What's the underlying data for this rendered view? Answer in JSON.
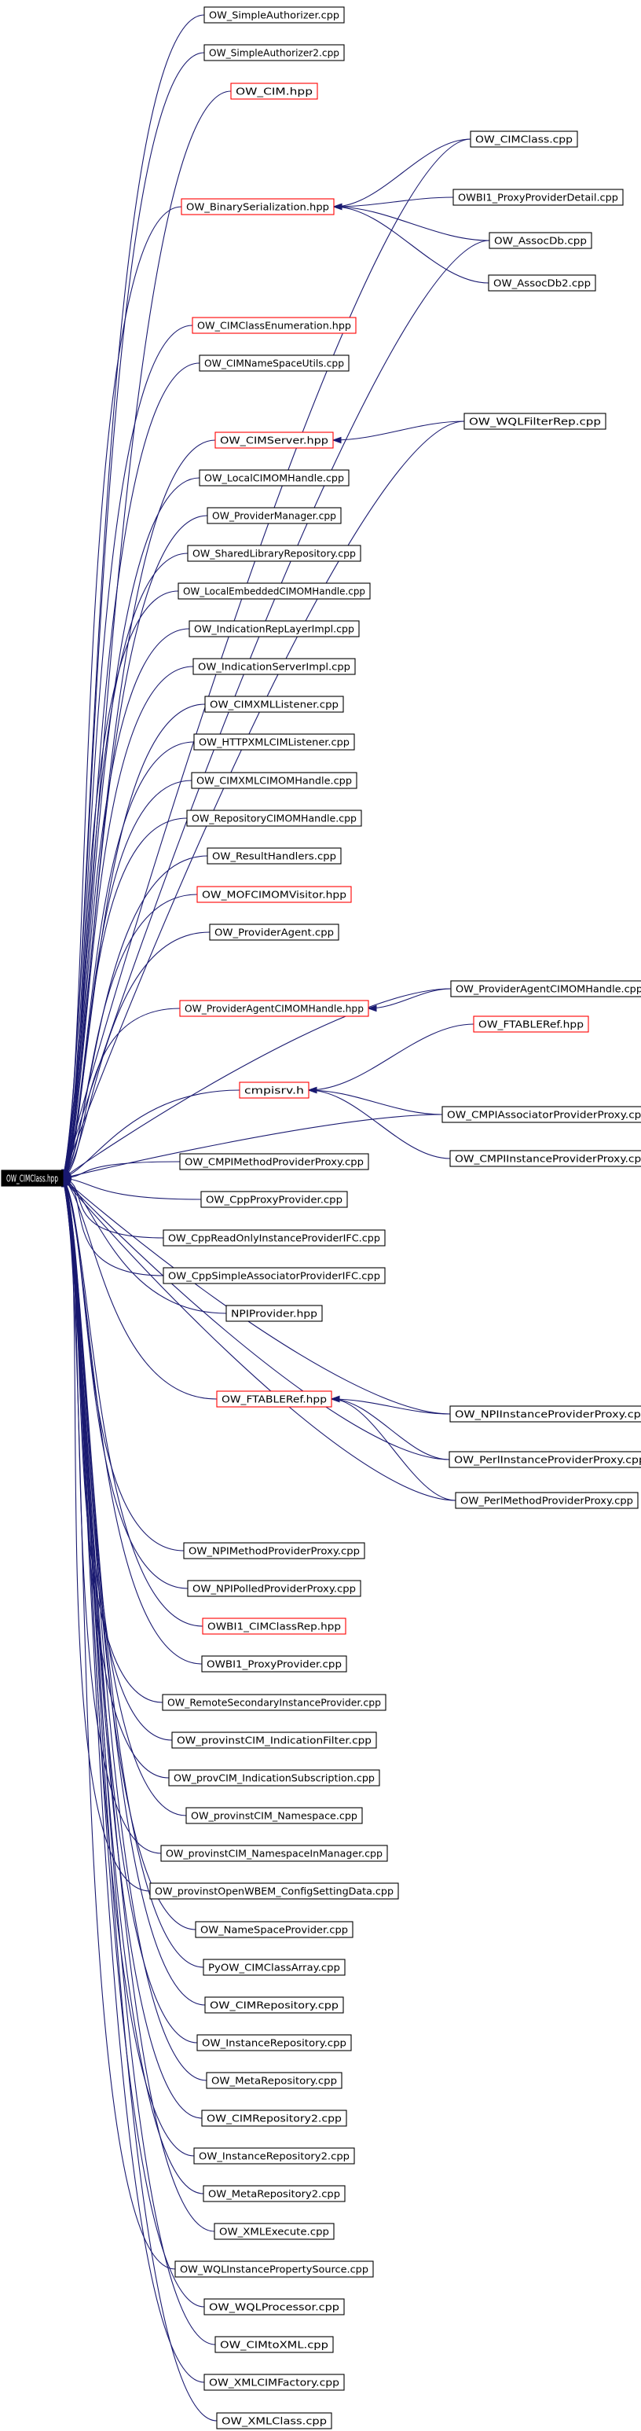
{
  "diagram": {
    "root": {
      "id": "root",
      "label": "OW_CIMClass.hpp"
    },
    "nodes": [
      {
        "id": "n1",
        "label": "OW_SimpleAuthorizer.cpp"
      },
      {
        "id": "n2",
        "label": "OW_SimpleAuthorizer2.cpp"
      },
      {
        "id": "n3",
        "label": "OW_CIM.hpp",
        "incomplete": true
      },
      {
        "id": "n4",
        "label": "OW_BinarySerialization.hpp",
        "incomplete": true
      },
      {
        "id": "n5",
        "label": "OW_CIMClassEnumeration.hpp",
        "incomplete": true
      },
      {
        "id": "n6",
        "label": "OW_CIMNameSpaceUtils.cpp"
      },
      {
        "id": "n7",
        "label": "OW_CIMServer.hpp",
        "incomplete": true
      },
      {
        "id": "n8",
        "label": "OW_LocalCIMOMHandle.cpp"
      },
      {
        "id": "n9",
        "label": "OW_ProviderManager.cpp"
      },
      {
        "id": "n10",
        "label": "OW_SharedLibraryRepository.cpp"
      },
      {
        "id": "n11",
        "label": "OW_LocalEmbeddedCIMOMHandle.cpp"
      },
      {
        "id": "n12",
        "label": "OW_IndicationRepLayerImpl.cpp"
      },
      {
        "id": "n13",
        "label": "OW_IndicationServerImpl.cpp"
      },
      {
        "id": "n14",
        "label": "OW_CIMXMLListener.cpp"
      },
      {
        "id": "n15",
        "label": "OW_HTTPXMLCIMListener.cpp"
      },
      {
        "id": "n16",
        "label": "OW_CIMXMLCIMOMHandle.cpp"
      },
      {
        "id": "n17",
        "label": "OW_RepositoryCIMOMHandle.cpp"
      },
      {
        "id": "n18",
        "label": "OW_ResultHandlers.cpp"
      },
      {
        "id": "n19",
        "label": "OW_MOFCIMOMVisitor.hpp",
        "incomplete": true
      },
      {
        "id": "n20",
        "label": "OW_ProviderAgent.cpp"
      },
      {
        "id": "n21",
        "label": "OW_ProviderAgentCIMOMHandle.hpp",
        "incomplete": true
      },
      {
        "id": "n22",
        "label": "cmpisrv.h",
        "incomplete": true
      },
      {
        "id": "n23",
        "label": "OW_CMPIMethodProviderProxy.cpp"
      },
      {
        "id": "n24",
        "label": "OW_CppProxyProvider.cpp"
      },
      {
        "id": "n25",
        "label": "OW_CppReadOnlyInstanceProviderIFC.cpp"
      },
      {
        "id": "n26",
        "label": "OW_CppSimpleAssociatorProviderIFC.cpp"
      },
      {
        "id": "n27",
        "label": "NPIProvider.hpp"
      },
      {
        "id": "n28",
        "label": "OW_FTABLERef.hpp",
        "incomplete": true
      },
      {
        "id": "n29",
        "label": "OW_NPIMethodProviderProxy.cpp"
      },
      {
        "id": "n30",
        "label": "OW_NPIPolledProviderProxy.cpp"
      },
      {
        "id": "n31",
        "label": "OWBI1_CIMClassRep.hpp",
        "incomplete": true
      },
      {
        "id": "n32",
        "label": "OWBI1_ProxyProvider.cpp"
      },
      {
        "id": "n33",
        "label": "OW_RemoteSecondaryInstanceProvider.cpp"
      },
      {
        "id": "n34",
        "label": "OW_provinstCIM_IndicationFilter.cpp"
      },
      {
        "id": "n35",
        "label": "OW_provCIM_IndicationSubscription.cpp"
      },
      {
        "id": "n36",
        "label": "OW_provinstCIM_Namespace.cpp"
      },
      {
        "id": "n37",
        "label": "OW_provinstCIM_NamespaceInManager.cpp"
      },
      {
        "id": "n38",
        "label": "OW_provinstOpenWBEM_ConfigSettingData.cpp"
      },
      {
        "id": "n39",
        "label": "OW_NameSpaceProvider.cpp"
      },
      {
        "id": "n40",
        "label": "PyOW_CIMClassArray.cpp"
      },
      {
        "id": "n41",
        "label": "OW_CIMRepository.cpp"
      },
      {
        "id": "n42",
        "label": "OW_InstanceRepository.cpp"
      },
      {
        "id": "n43",
        "label": "OW_MetaRepository.cpp"
      },
      {
        "id": "n44",
        "label": "OW_CIMRepository2.cpp"
      },
      {
        "id": "n45",
        "label": "OW_InstanceRepository2.cpp"
      },
      {
        "id": "n46",
        "label": "OW_MetaRepository2.cpp"
      },
      {
        "id": "n47",
        "label": "OW_XMLExecute.cpp"
      },
      {
        "id": "n48",
        "label": "OW_WQLInstancePropertySource.cpp"
      },
      {
        "id": "n49",
        "label": "OW_WQLProcessor.cpp"
      },
      {
        "id": "n50",
        "label": "OW_CIMtoXML.cpp"
      },
      {
        "id": "n51",
        "label": "OW_XMLCIMFactory.cpp"
      },
      {
        "id": "n52",
        "label": "OW_XMLClass.cpp"
      },
      {
        "id": "m1",
        "label": "OW_CIMClass.cpp"
      },
      {
        "id": "m2",
        "label": "OWBI1_ProxyProviderDetail.cpp"
      },
      {
        "id": "m3",
        "label": "OW_AssocDb.cpp"
      },
      {
        "id": "m4",
        "label": "OW_AssocDb2.cpp"
      },
      {
        "id": "m5",
        "label": "OW_WQLFilterRep.cpp"
      },
      {
        "id": "m6",
        "label": "OW_ProviderAgentCIMOMHandle.cpp"
      },
      {
        "id": "m7",
        "label": "OW_FTABLERef.hpp",
        "incomplete": true
      },
      {
        "id": "m8",
        "label": "OW_CMPIAssociatorProviderProxy.cpp"
      },
      {
        "id": "m9",
        "label": "OW_CMPIInstanceProviderProxy.cpp"
      },
      {
        "id": "m10",
        "label": "OW_NPIInstanceProviderProxy.cpp"
      },
      {
        "id": "m11",
        "label": "OW_PerlInstanceProviderProxy.cpp"
      },
      {
        "id": "m12",
        "label": "OW_PerlMethodProviderProxy.cpp"
      }
    ],
    "edges": [
      {
        "from": "n1",
        "to": "root"
      },
      {
        "from": "n2",
        "to": "root"
      },
      {
        "from": "n3",
        "to": "root"
      },
      {
        "from": "n4",
        "to": "root"
      },
      {
        "from": "n5",
        "to": "root"
      },
      {
        "from": "n6",
        "to": "root"
      },
      {
        "from": "n7",
        "to": "root"
      },
      {
        "from": "n8",
        "to": "root"
      },
      {
        "from": "n9",
        "to": "root"
      },
      {
        "from": "n10",
        "to": "root"
      },
      {
        "from": "n11",
        "to": "root"
      },
      {
        "from": "n12",
        "to": "root"
      },
      {
        "from": "n13",
        "to": "root"
      },
      {
        "from": "n14",
        "to": "root"
      },
      {
        "from": "n15",
        "to": "root"
      },
      {
        "from": "n16",
        "to": "root"
      },
      {
        "from": "n17",
        "to": "root"
      },
      {
        "from": "n18",
        "to": "root"
      },
      {
        "from": "n19",
        "to": "root"
      },
      {
        "from": "n20",
        "to": "root"
      },
      {
        "from": "n21",
        "to": "root"
      },
      {
        "from": "n22",
        "to": "root"
      },
      {
        "from": "n23",
        "to": "root"
      },
      {
        "from": "n24",
        "to": "root"
      },
      {
        "from": "n25",
        "to": "root"
      },
      {
        "from": "n26",
        "to": "root"
      },
      {
        "from": "n27",
        "to": "root"
      },
      {
        "from": "n28",
        "to": "root"
      },
      {
        "from": "n29",
        "to": "root"
      },
      {
        "from": "n30",
        "to": "root"
      },
      {
        "from": "n31",
        "to": "root"
      },
      {
        "from": "n32",
        "to": "root"
      },
      {
        "from": "n33",
        "to": "root"
      },
      {
        "from": "n34",
        "to": "root"
      },
      {
        "from": "n35",
        "to": "root"
      },
      {
        "from": "n36",
        "to": "root"
      },
      {
        "from": "n37",
        "to": "root"
      },
      {
        "from": "n38",
        "to": "root"
      },
      {
        "from": "n39",
        "to": "root"
      },
      {
        "from": "n40",
        "to": "root"
      },
      {
        "from": "n41",
        "to": "root"
      },
      {
        "from": "n42",
        "to": "root"
      },
      {
        "from": "n43",
        "to": "root"
      },
      {
        "from": "n44",
        "to": "root"
      },
      {
        "from": "n45",
        "to": "root"
      },
      {
        "from": "n46",
        "to": "root"
      },
      {
        "from": "n47",
        "to": "root"
      },
      {
        "from": "n48",
        "to": "root"
      },
      {
        "from": "n49",
        "to": "root"
      },
      {
        "from": "n50",
        "to": "root"
      },
      {
        "from": "n51",
        "to": "root"
      },
      {
        "from": "n52",
        "to": "root"
      },
      {
        "from": "m1",
        "to": "root"
      },
      {
        "from": "m1",
        "to": "n4"
      },
      {
        "from": "m2",
        "to": "n4"
      },
      {
        "from": "m3",
        "to": "root"
      },
      {
        "from": "m3",
        "to": "n4"
      },
      {
        "from": "m4",
        "to": "n4"
      },
      {
        "from": "m5",
        "to": "root"
      },
      {
        "from": "m5",
        "to": "n7"
      },
      {
        "from": "m6",
        "to": "root"
      },
      {
        "from": "m6",
        "to": "n21"
      },
      {
        "from": "m7",
        "to": "n22"
      },
      {
        "from": "m8",
        "to": "root"
      },
      {
        "from": "m8",
        "to": "n22"
      },
      {
        "from": "m9",
        "to": "n22"
      },
      {
        "from": "m10",
        "to": "root"
      },
      {
        "from": "m10",
        "to": "n28"
      },
      {
        "from": "m11",
        "to": "root"
      },
      {
        "from": "m11",
        "to": "n28"
      },
      {
        "from": "m12",
        "to": "root"
      },
      {
        "from": "m12",
        "to": "n28"
      }
    ]
  }
}
